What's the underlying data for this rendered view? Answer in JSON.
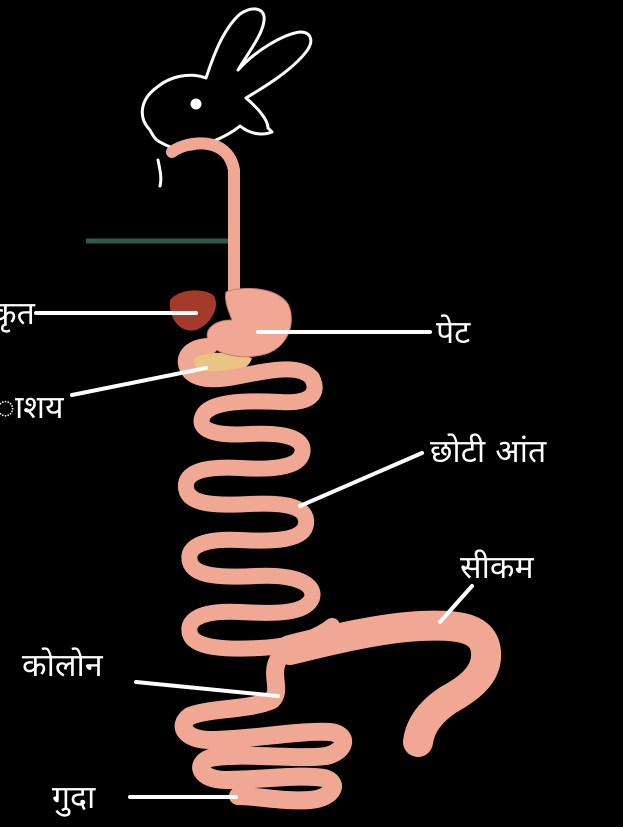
{
  "labels": {
    "liver": "कृत",
    "gallbladder": "ाशय",
    "stomach": "पेट",
    "small_intestine": "छोटी आंत",
    "cecum": "सीकम",
    "colon": "कोलोन",
    "anus": "गुदा"
  },
  "colors": {
    "background": "#000000",
    "gut": "#f0a894",
    "liver": "#a33a2a",
    "pancreas": "#e9c483",
    "esophagus_marker": "#2f5a48",
    "outline": "#ffffff"
  },
  "icons": {
    "animal": "rabbit-head-icon"
  }
}
